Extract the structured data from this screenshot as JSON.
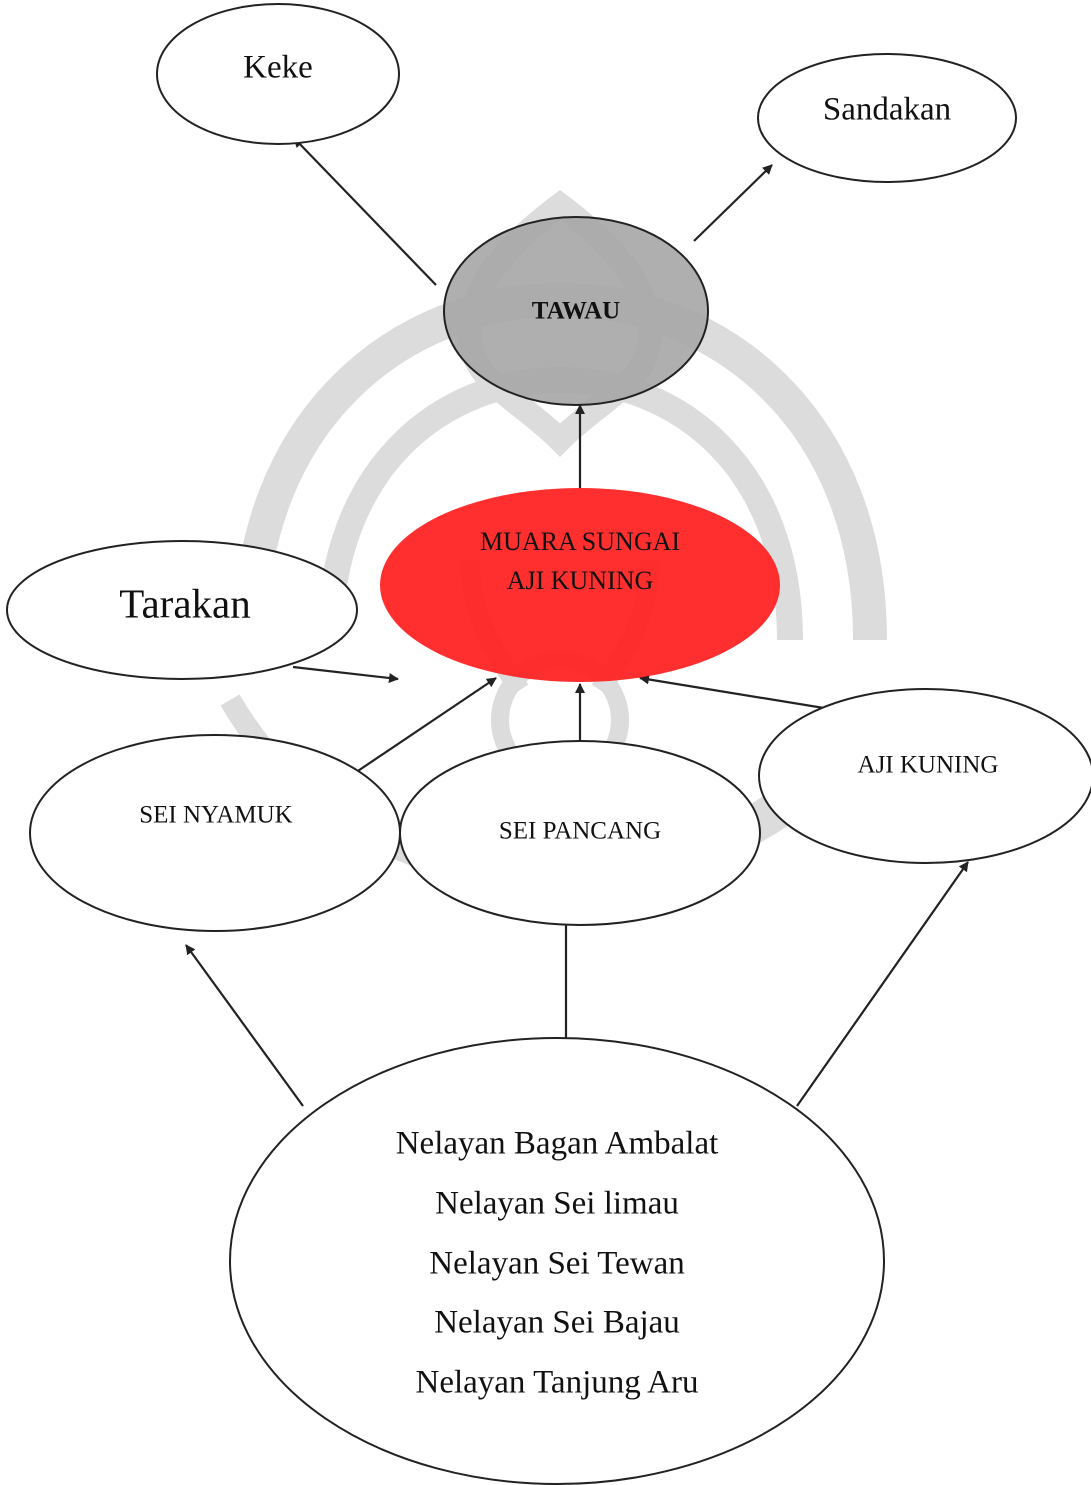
{
  "colors": {
    "hub_fill": "#ff1f1f",
    "hub_text": "#ffffff",
    "tawau_fill": "#a6a6a6",
    "node_fill": "#ffffff",
    "stroke": "#222222",
    "watermark": "#d6d6d6"
  },
  "watermark": {
    "kind": "university-emblem"
  },
  "nodes": {
    "keke": {
      "label": "Keke"
    },
    "sandakan": {
      "label": "Sandakan"
    },
    "tawau": {
      "label": "TAWAU"
    },
    "muara": {
      "line1": "MUARA SUNGAI",
      "line2": "AJI KUNING"
    },
    "tarakan": {
      "label": "Tarakan"
    },
    "sei_nyamuk": {
      "label": "SEI NYAMUK"
    },
    "sei_pancang": {
      "label": "SEI PANCANG"
    },
    "aji_kuning": {
      "label": "AJI KUNING"
    },
    "nelayan": {
      "lines": [
        "Nelayan Bagan Ambalat",
        "Nelayan Sei limau",
        "Nelayan Sei Tewan",
        "Nelayan Sei Bajau",
        "Nelayan Tanjung Aru"
      ]
    }
  },
  "edges": [
    {
      "from": "tawau",
      "to": "keke"
    },
    {
      "from": "tawau",
      "to": "sandakan"
    },
    {
      "from": "muara",
      "to": "tawau"
    },
    {
      "from": "tarakan",
      "to": "muara"
    },
    {
      "from": "sei_nyamuk",
      "to": "muara"
    },
    {
      "from": "sei_pancang",
      "to": "muara"
    },
    {
      "from": "aji_kuning",
      "to": "muara"
    },
    {
      "from": "nelayan",
      "to": "sei_nyamuk"
    },
    {
      "from": "nelayan",
      "to": "sei_pancang"
    },
    {
      "from": "nelayan",
      "to": "aji_kuning"
    }
  ]
}
